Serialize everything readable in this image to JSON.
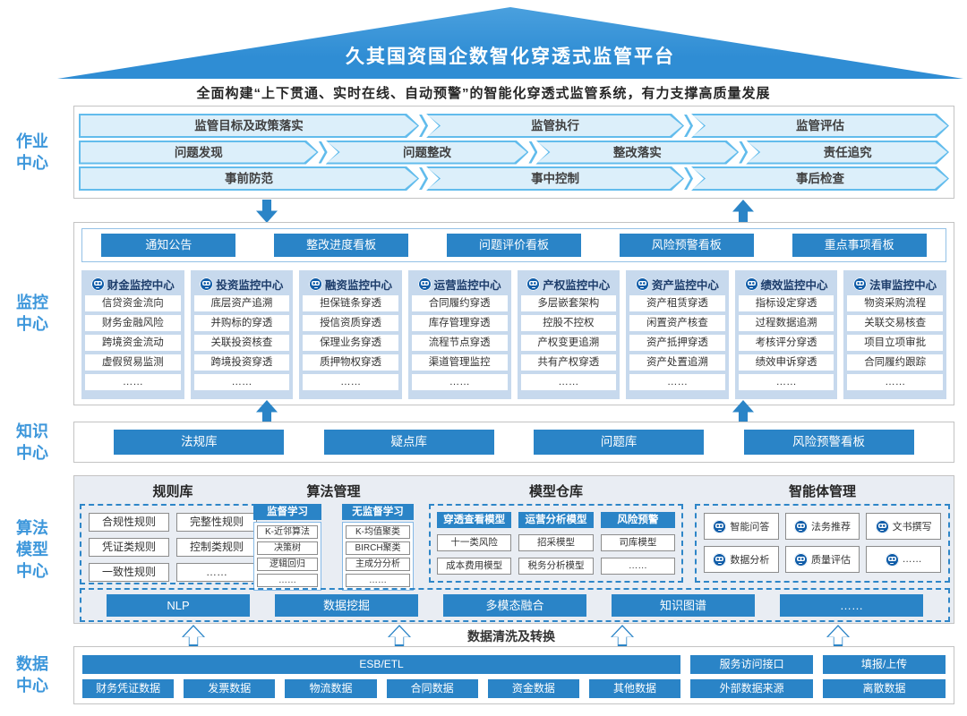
{
  "title": "久其国资国企数智化穿透式监管平台",
  "subtitle": "全面构建“上下贯通、实时在线、自动预警”的智能化穿透式监管系统，有力支撑高质量发展",
  "colors": {
    "primary_blue": "#2A84C7",
    "banner_blue": "#3292D8",
    "chevron_fill": "#DCEFFA",
    "chevron_border": "#62BCEC",
    "column_bg": "#C7D9ED",
    "navy_text": "#1D3D6B",
    "side_label_blue": "#3D97DB",
    "panel_gray": "#E9EDF3"
  },
  "side_labels": [
    {
      "id": "operations",
      "lines": [
        "作业",
        "中心"
      ]
    },
    {
      "id": "monitoring",
      "lines": [
        "监控",
        "中心"
      ]
    },
    {
      "id": "knowledge",
      "lines": [
        "知识",
        "中心"
      ]
    },
    {
      "id": "algorithm",
      "lines": [
        "算法",
        "模型",
        "中心"
      ]
    },
    {
      "id": "data",
      "lines": [
        "数据",
        "中心"
      ]
    }
  ],
  "operations": {
    "rows": [
      [
        "监管目标及政策落实",
        "监管执行",
        "监管评估"
      ],
      [
        "问题发现",
        "问题整改",
        "整改落实",
        "责任追究"
      ],
      [
        "事前防范",
        "事中控制",
        "事后检查"
      ]
    ]
  },
  "monitoring": {
    "buttons": [
      "通知公告",
      "整改进度看板",
      "问题评价看板",
      "风险预警看板",
      "重点事项看板"
    ],
    "columns": [
      {
        "title": "财金监控中心",
        "items": [
          "信贷资金流向",
          "财务金融风险",
          "跨境资金流动",
          "虚假贸易监测",
          "……"
        ]
      },
      {
        "title": "投资监控中心",
        "items": [
          "底层资产追溯",
          "并购标的穿透",
          "关联投资核查",
          "跨境投资穿透",
          "……"
        ]
      },
      {
        "title": "融资监控中心",
        "items": [
          "担保链条穿透",
          "授信资质穿透",
          "保理业务穿透",
          "质押物权穿透",
          "……"
        ]
      },
      {
        "title": "运营监控中心",
        "items": [
          "合同履约穿透",
          "库存管理穿透",
          "流程节点穿透",
          "渠道管理监控",
          "……"
        ]
      },
      {
        "title": "产权监控中心",
        "items": [
          "多层嵌套架构",
          "控股不控权",
          "产权变更追溯",
          "共有产权穿透",
          "……"
        ]
      },
      {
        "title": "资产监控中心",
        "items": [
          "资产租赁穿透",
          "闲置资产核查",
          "资产抵押穿透",
          "资产处置追溯",
          "……"
        ]
      },
      {
        "title": "绩效监控中心",
        "items": [
          "指标设定穿透",
          "过程数据追溯",
          "考核评分穿透",
          "绩效申诉穿透",
          "……"
        ]
      },
      {
        "title": "法审监控中心",
        "items": [
          "物资采购流程",
          "关联交易核查",
          "项目立项审批",
          "合同履约跟踪",
          "……"
        ]
      }
    ]
  },
  "knowledge": {
    "buttons": [
      "法规库",
      "疑点库",
      "问题库",
      "风险预警看板"
    ]
  },
  "algorithm": {
    "rule_library": {
      "title": "规则库",
      "items": [
        "合规性规则",
        "完整性规则",
        "凭证类规则",
        "控制类规则",
        "一致性规则",
        "……"
      ]
    },
    "algo_mgmt": {
      "title": "算法管理",
      "groups": [
        {
          "header": "监督学习",
          "items": [
            "K-近邻算法",
            "决策树",
            "逻辑回归",
            "……"
          ]
        },
        {
          "header": "无监督学习",
          "items": [
            "K-均值聚类",
            "BIRCH聚类",
            "主成分分析",
            "……"
          ]
        }
      ]
    },
    "model_repo": {
      "title": "模型仓库",
      "groups": [
        {
          "header": "穿透查看模型",
          "items": [
            "十一类风险",
            "成本费用模型"
          ]
        },
        {
          "header": "运营分析模型",
          "items": [
            "招采模型",
            "税务分析模型"
          ]
        },
        {
          "header": "风险预警",
          "items": [
            "司库模型",
            "……"
          ]
        }
      ]
    },
    "agents": {
      "title": "智能体管理",
      "items": [
        "智能问答",
        "法务推荐",
        "文书撰写",
        "数据分析",
        "质量评估",
        "……"
      ]
    },
    "tech_row": [
      "NLP",
      "数据挖掘",
      "多模态融合",
      "知识图谱",
      "……"
    ]
  },
  "data_center": {
    "clean_label": "数据清洗及转换",
    "esb": "ESB/ETL",
    "access": "服务访问接口",
    "upload": "填报/上传",
    "sources": [
      "财务凭证数据",
      "发票数据",
      "物流数据",
      "合同数据",
      "资金数据",
      "其他数据",
      "外部数据来源",
      "离散数据"
    ]
  }
}
